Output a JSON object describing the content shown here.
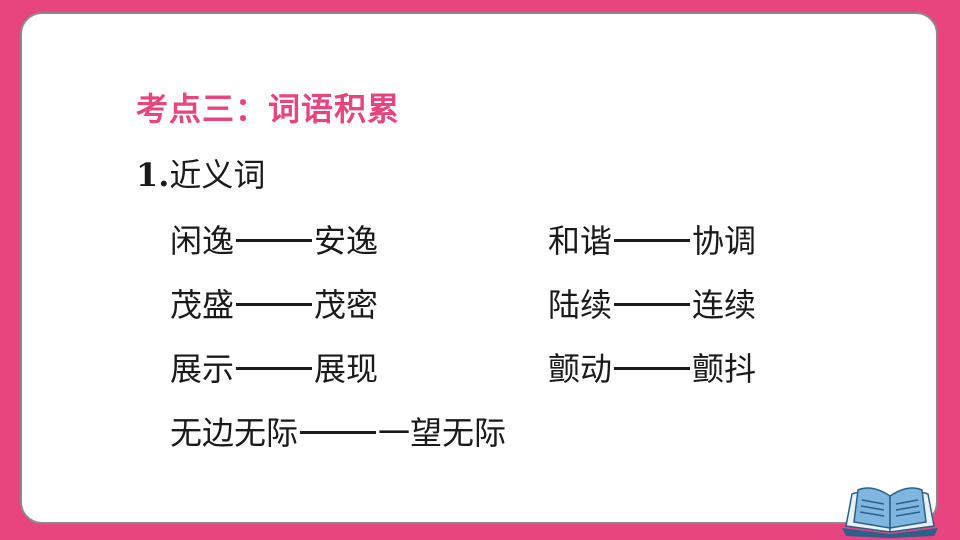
{
  "heading": {
    "title": "考点三：词语积累",
    "section_number": "1.",
    "section_label": "近义词"
  },
  "pairs": [
    {
      "left": "闲逸",
      "right": "安逸"
    },
    {
      "left": "和谐",
      "right": "协调"
    },
    {
      "left": "茂盛",
      "right": "茂密"
    },
    {
      "left": "陆续",
      "right": "连续"
    },
    {
      "left": "展示",
      "right": "展现"
    },
    {
      "left": "颤动",
      "right": "颤抖"
    },
    {
      "left": "无边无际",
      "right": "一望无际"
    }
  ],
  "colors": {
    "accent": "#e8447f",
    "text": "#1a1a1a",
    "card_border": "#8a8a8a",
    "book_blue": "#3a7fb8"
  },
  "icons": {
    "book": "open-book-icon"
  }
}
